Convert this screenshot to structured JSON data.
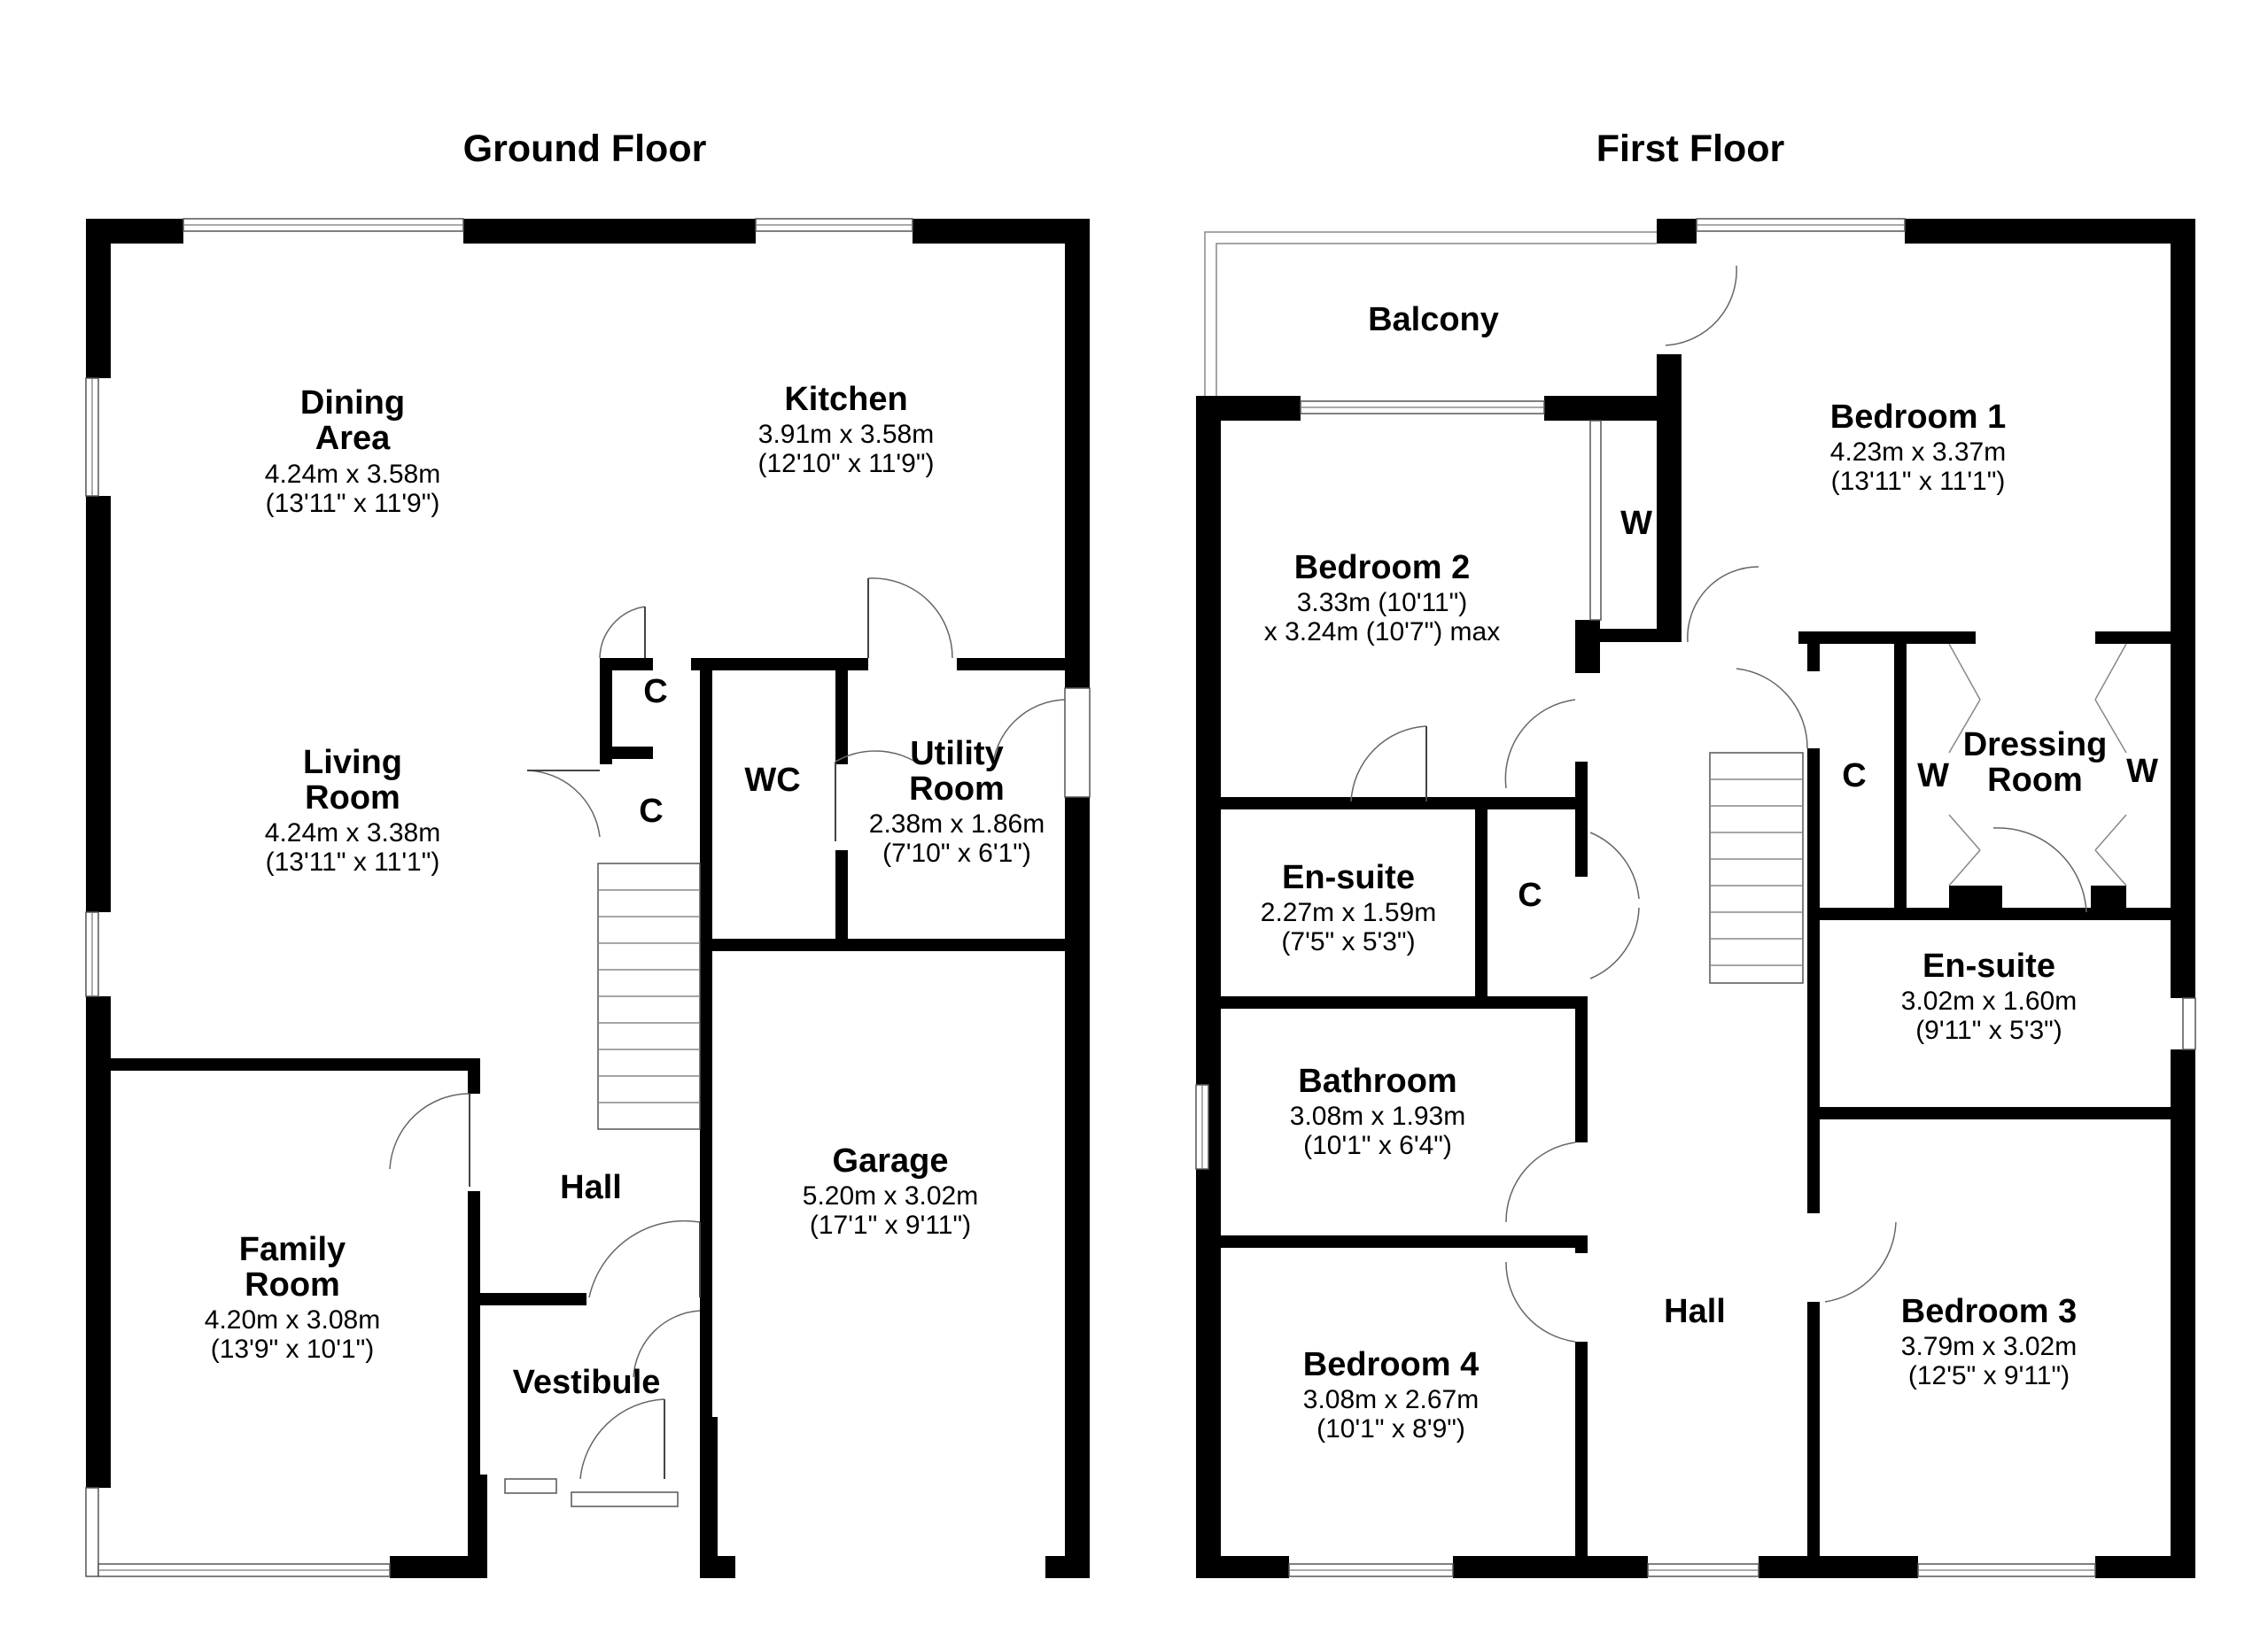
{
  "floors": {
    "ground": {
      "title": "Ground Floor",
      "rooms": {
        "dining": {
          "name1": "Dining",
          "name2": "Area",
          "dim1": "4.24m x 3.58m",
          "dim2": "(13'11\" x 11'9\")"
        },
        "kitchen": {
          "name1": "Kitchen",
          "dim1": "3.91m x 3.58m",
          "dim2": "(12'10\" x 11'9\")"
        },
        "living": {
          "name1": "Living",
          "name2": "Room",
          "dim1": "4.24m x 3.38m",
          "dim2": "(13'11\" x 11'1\")"
        },
        "cupboard1": {
          "name1": "C"
        },
        "cupboard2": {
          "name1": "C"
        },
        "wc": {
          "name1": "WC"
        },
        "utility": {
          "name1": "Utility",
          "name2": "Room",
          "dim1": "2.38m x 1.86m",
          "dim2": "(7'10\" x 6'1\")"
        },
        "garage": {
          "name1": "Garage",
          "dim1": "5.20m x 3.02m",
          "dim2": "(17'1\" x 9'11\")"
        },
        "hall": {
          "name1": "Hall"
        },
        "family": {
          "name1": "Family",
          "name2": "Room",
          "dim1": "4.20m x 3.08m",
          "dim2": "(13'9\" x 10'1\")"
        },
        "vestibule": {
          "name1": "Vestibule"
        }
      }
    },
    "first": {
      "title": "First Floor",
      "rooms": {
        "balcony": {
          "name1": "Balcony"
        },
        "bedroom1": {
          "name1": "Bedroom 1",
          "dim1": "4.23m x 3.37m",
          "dim2": "(13'11\" x 11'1\")"
        },
        "bedroom2": {
          "name1": "Bedroom 2",
          "dim1": "3.33m (10'11\")",
          "dim2": "x 3.24m (10'7\") max"
        },
        "wardrobe1": {
          "name1": "W"
        },
        "ensuite1": {
          "name1": "En-suite",
          "dim1": "2.27m x 1.59m",
          "dim2": "(7'5\" x 5'3\")"
        },
        "cupboard3": {
          "name1": "C"
        },
        "cupboard4": {
          "name1": "C"
        },
        "wardrobe2": {
          "name1": "W"
        },
        "dressing": {
          "name1": "Dressing",
          "name2": "Room"
        },
        "wardrobe3": {
          "name1": "W"
        },
        "ensuite2": {
          "name1": "En-suite",
          "dim1": "3.02m x 1.60m",
          "dim2": "(9'11\" x 5'3\")"
        },
        "bathroom": {
          "name1": "Bathroom",
          "dim1": "3.08m x 1.93m",
          "dim2": "(10'1\" x 6'4\")"
        },
        "bedroom4": {
          "name1": "Bedroom 4",
          "dim1": "3.08m x 2.67m",
          "dim2": "(10'1\" x 8'9\")"
        },
        "hall": {
          "name1": "Hall"
        },
        "bedroom3": {
          "name1": "Bedroom 3",
          "dim1": "3.79m x 3.02m",
          "dim2": "(12'5\" x 9'11\")"
        }
      }
    }
  }
}
